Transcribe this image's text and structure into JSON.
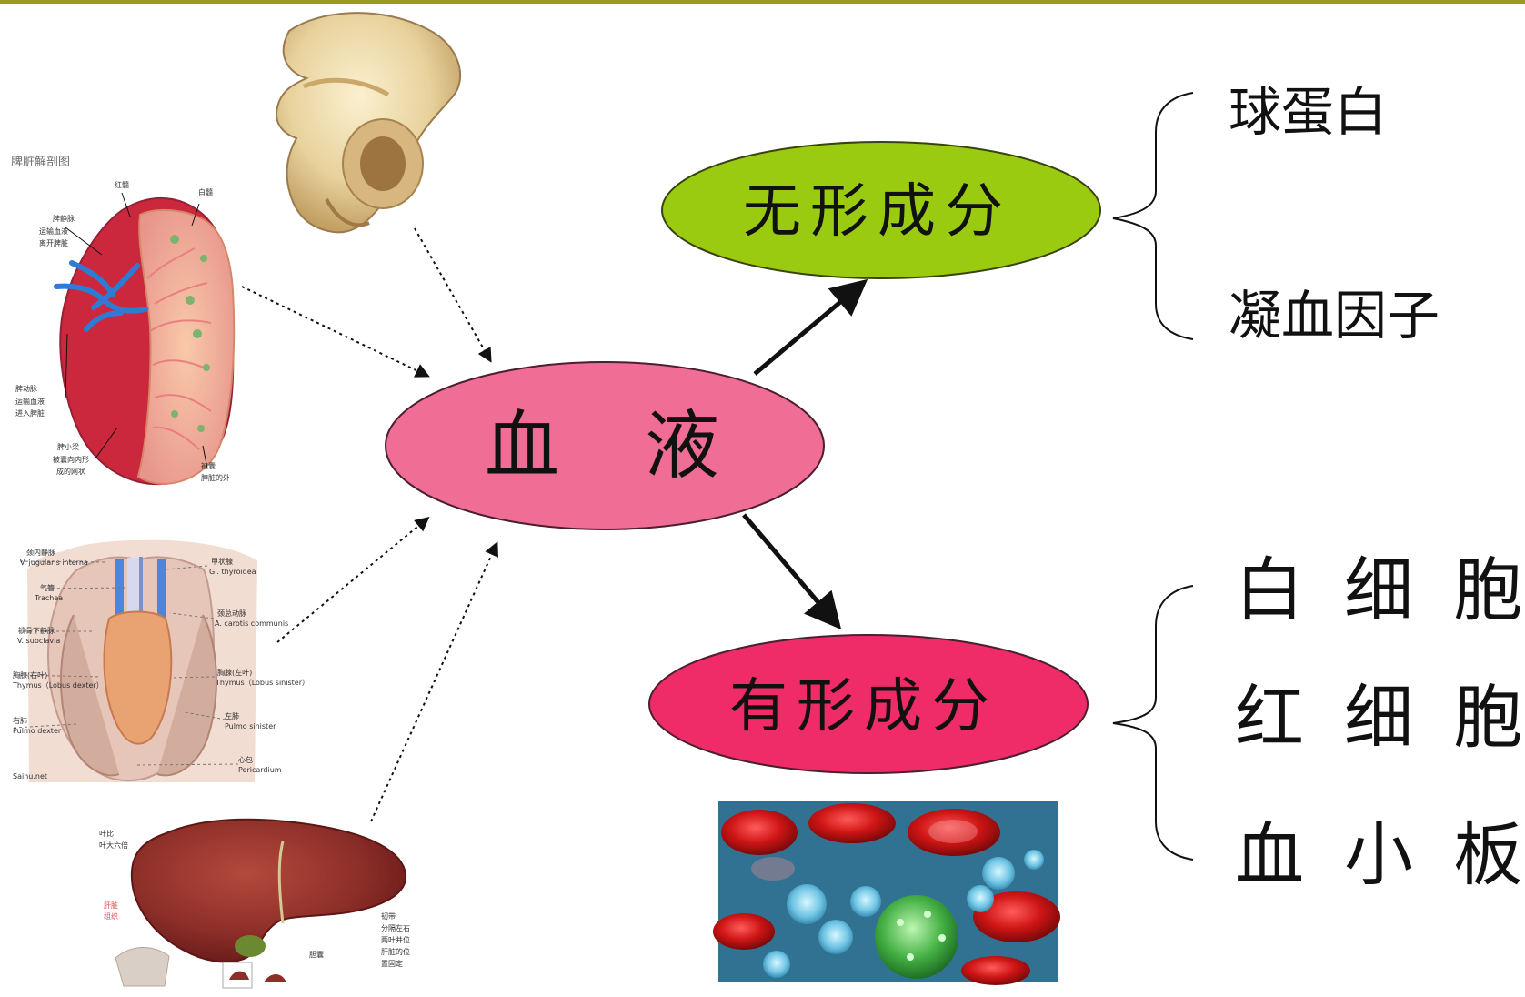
{
  "diagram": {
    "center_node": "血　液",
    "intangible_node": "无形成分",
    "formed_node": "有形成分",
    "intangible_items": [
      "球蛋白",
      "凝血因子"
    ],
    "formed_items": [
      "白 细 胞",
      "红 细 胞",
      "血 小 板"
    ]
  },
  "images": {
    "bone": "hip-bone-illustration",
    "spleen": {
      "title": "脾脏解剖图",
      "labels": [
        "红髓",
        "白髓",
        "脾静脉",
        "运输血液",
        "离开脾脏",
        "脾动脉",
        "运输血液",
        "进入脾脏",
        "脾小梁",
        "被囊向内形",
        "成的网状",
        "被囊",
        "脾脏的外"
      ]
    },
    "thymus": {
      "labels": [
        "颈内静脉",
        "V. jugularis interna",
        "甲状腺",
        "Gl. thyroidea",
        "气管",
        "Trachea",
        "锁骨下静脉",
        "V. subclavia",
        "颈总动脉",
        "A. carotis communis",
        "胸腺(右叶)",
        "Thymus（Lobus dexter）",
        "胸腺(左叶)",
        "Thymus（Lobus sinister）",
        "右肺",
        "Pulmo dexter",
        "左肺",
        "Pulmo sinister",
        "心包",
        "Pericardium",
        "Saihu.net"
      ]
    },
    "liver": {
      "labels": [
        "叶比",
        "叶大六倍",
        "肝脏",
        "组织",
        "韧带",
        "分隔左右",
        "两叶并位",
        "肝脏的位",
        "置固定",
        "胆囊"
      ]
    },
    "blood_cells": "blood-cells-micrograph"
  },
  "colors": {
    "center_fill": "#f06d95",
    "intangible_fill": "#9acb10",
    "formed_fill": "#ef2c67",
    "text": "#111111",
    "top_rule": "#9a9a1e"
  }
}
